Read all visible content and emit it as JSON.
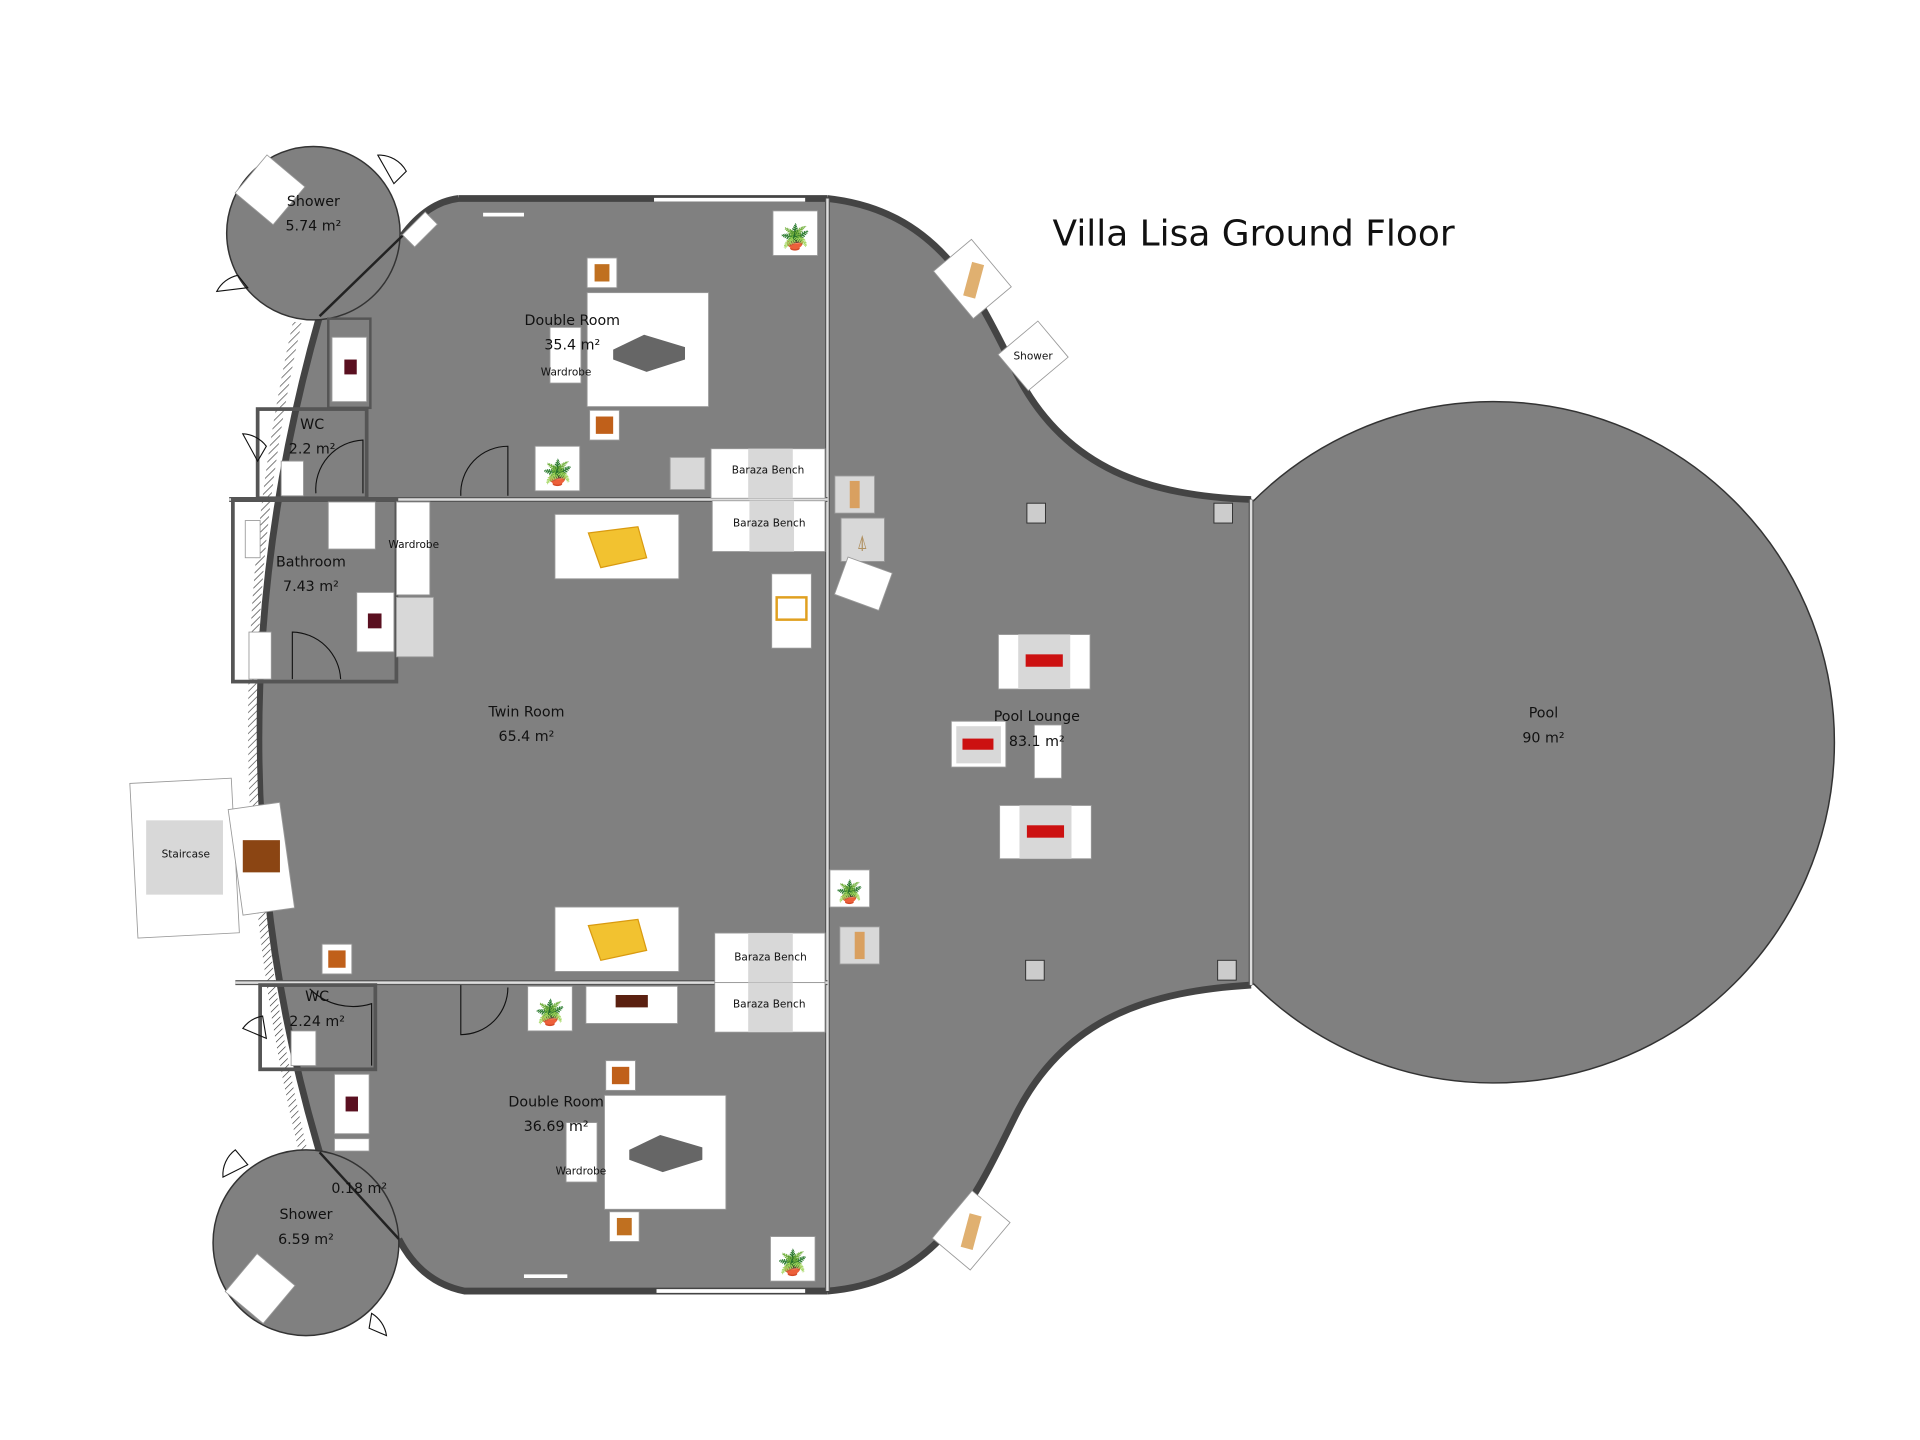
{
  "title": "Villa Lisa Ground Floor",
  "rooms": {
    "shower_top": {
      "name": "Shower",
      "area": "5.74 m²"
    },
    "double_room_top": {
      "name": "Double Room",
      "area": "35.4 m²"
    },
    "wc_top": {
      "name": "WC",
      "area": "2.2 m²"
    },
    "bathroom": {
      "name": "Bathroom",
      "area": "7.43 m²"
    },
    "twin_room": {
      "name": "Twin Room",
      "area": "65.4 m²"
    },
    "pool_lounge": {
      "name": "Pool Lounge",
      "area": "83.1 m²"
    },
    "pool": {
      "name": "Pool",
      "area": "90 m²"
    },
    "wc_bottom": {
      "name": "WC",
      "area": "2.24 m²"
    },
    "double_room_bottom": {
      "name": "Double Room",
      "area": "36.69 m²"
    },
    "small_space": {
      "area": "0.18 m²"
    },
    "shower_bottom": {
      "name": "Shower",
      "area": "6.59 m²"
    }
  },
  "furniture_labels": {
    "wardrobe": "Wardrobe",
    "baraza_bench": "Baraza Bench",
    "staircase": "Staircase",
    "shower": "Shower"
  },
  "colors": {
    "floor": "#808080",
    "furniture_bg": "#ffffff",
    "sofa": "#cc1111",
    "bed_twin": "#f2c230"
  }
}
